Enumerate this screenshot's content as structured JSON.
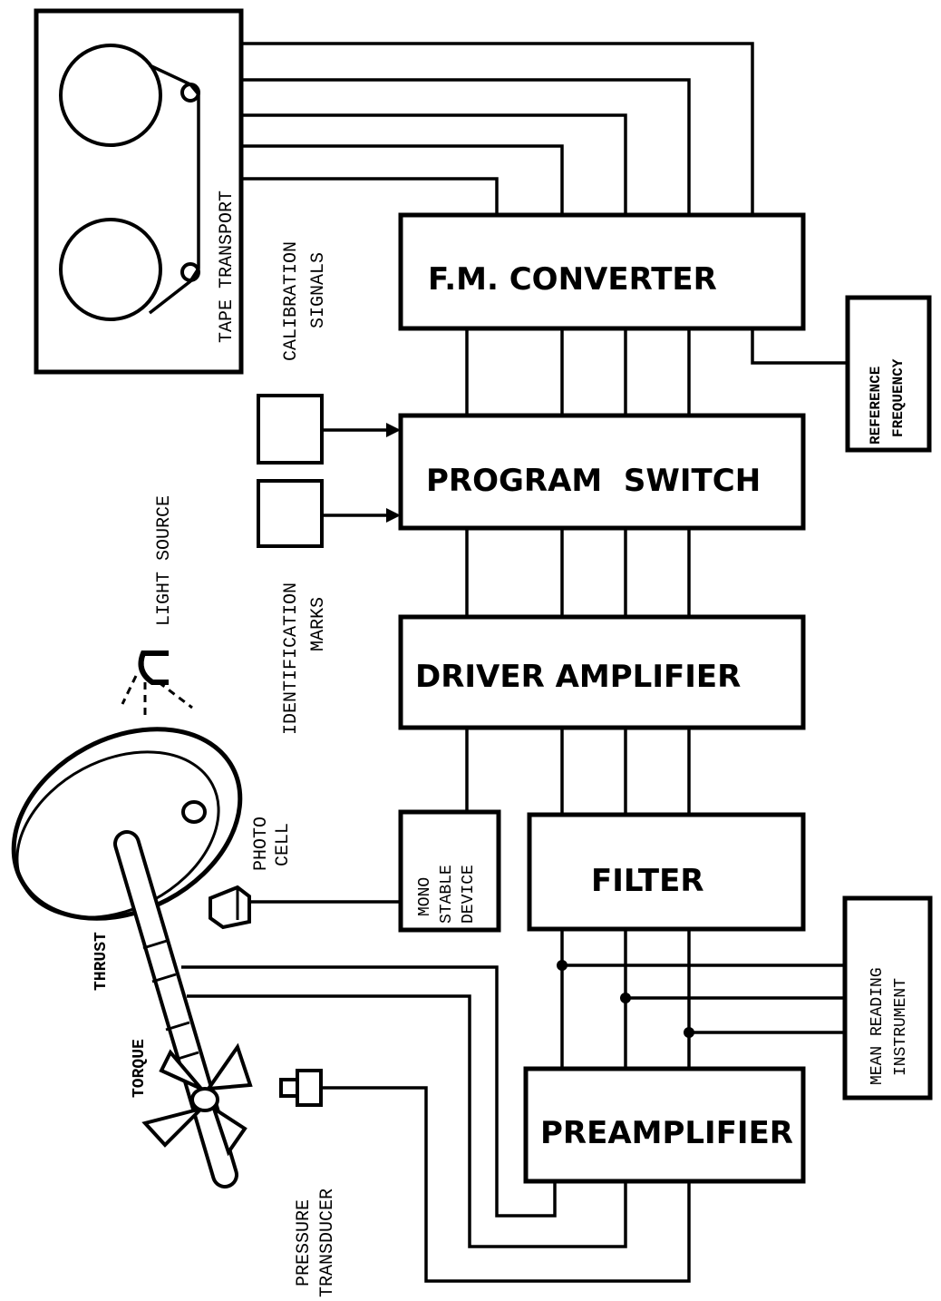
{
  "blocks": {
    "fm_converter": "F.M. CONVERTER",
    "program_switch": "PROGRAM  SWITCH",
    "driver_amplifier": "DRIVER AMPLIFIER",
    "filter": "FILTER",
    "preamplifier": "PREAMPLIFIER",
    "mono_stable": [
      "MONO",
      "STABLE",
      "DEVICE"
    ],
    "reference_frequency": [
      "REFERENCE",
      "FREQUENCY"
    ],
    "mean_reading": [
      "MEAN READING",
      "INSTRUMENT"
    ]
  },
  "labels": {
    "tape_transport": "TAPE TRANSPORT",
    "calibration_signals": [
      "CALIBRATION",
      "SIGNALS"
    ],
    "light_source": "LIGHT SOURCE",
    "identification_marks": [
      "IDENTIFICATION",
      "MARKS"
    ],
    "photo_cell": [
      "PHOTO",
      "CELL"
    ],
    "thrust": "THRUST",
    "torque": "TORQUE",
    "pressure_transducer": [
      "PRESSURE",
      "TRANSDUCER"
    ]
  }
}
